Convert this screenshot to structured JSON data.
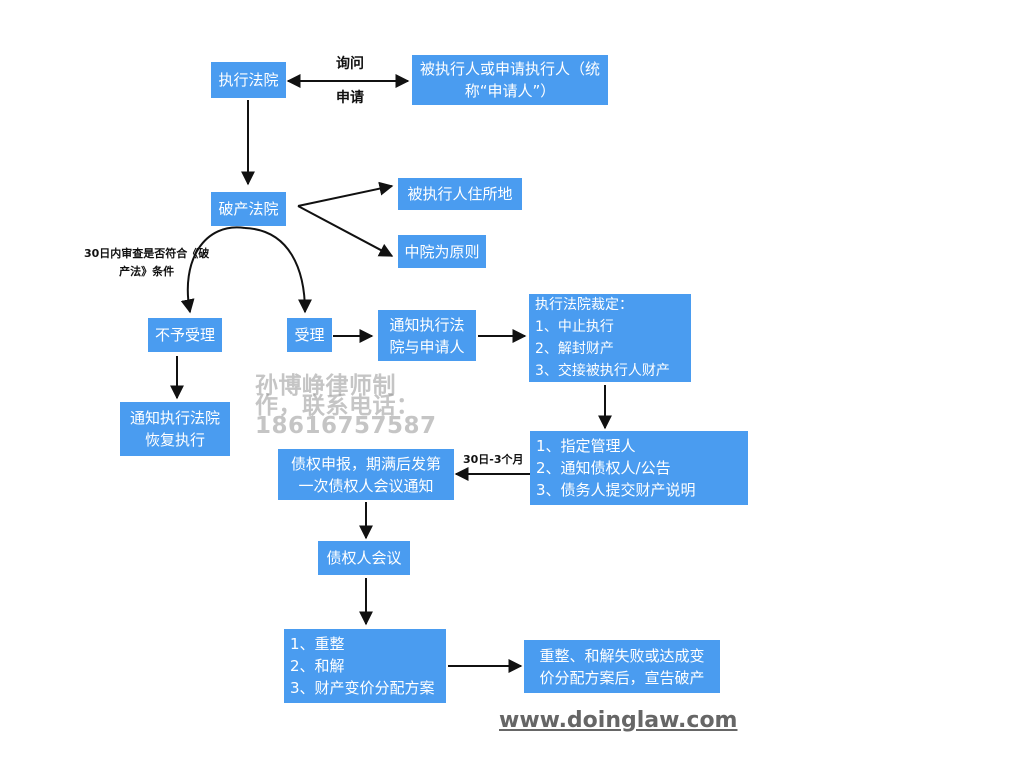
{
  "nodes": {
    "court_exec": "执行法院",
    "applicant": "被执行人或申请执行人（统\n称“申请人”）",
    "bankruptcy_court": "破产法院",
    "debtor_domicile": "被执行人住所地",
    "intermediate_court": "中院为原则",
    "reject": "不予受理",
    "accept": "受理",
    "notify_court_applicant": "通知执行法\n院与申请人",
    "court_ruling": "执行法院裁定：\n1、中止执行\n2、解封财产\n3、交接被执行人财产",
    "notify_resume": "通知执行法院\n恢复执行",
    "manager_steps": "1、指定管理人\n2、通知债权人/公告\n3、债务人提交财产说明",
    "claim_declaration": "债权申报，期满后发第\n一次债权人会议通知",
    "creditors_meeting": "债权人会议",
    "options": "1、重整\n2、和解\n3、财产变价分配方案",
    "declare_bankruptcy": "重整、和解失败或达成变\n价分配方案后，宣告破产"
  },
  "labels": {
    "inquiry": "询问",
    "apply": "申请",
    "review_30_days": "30日内审查是否符合《破\n产法》条件",
    "period": "30日-3个月"
  },
  "watermark": "孙博峥律师制作，联系电话：18616757587",
  "url": "www.doinglaw.com",
  "colors": {
    "box": "#4a9cf0",
    "arrow": "#111111"
  }
}
